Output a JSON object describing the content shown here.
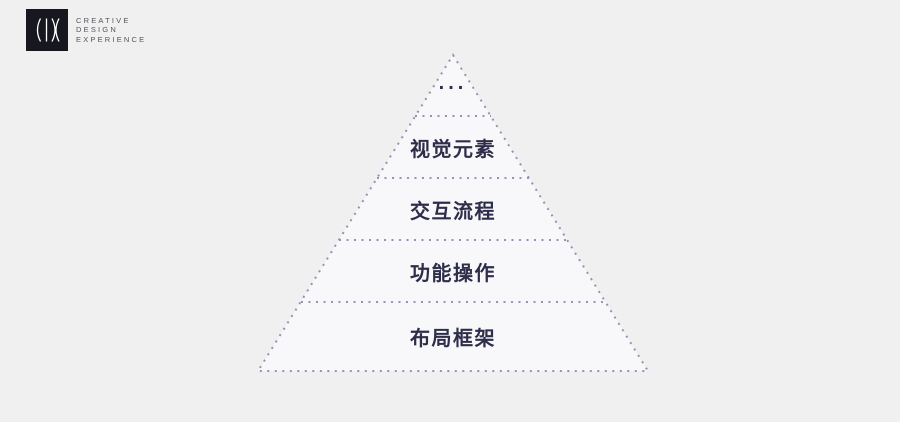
{
  "page": {
    "background_color": "#f0f0f1"
  },
  "logo": {
    "glyph": "(|)(",
    "wordmark_lines": [
      "CREATIVE",
      "DESIGN",
      "EXPERIENCE"
    ],
    "mark_background": "#17171f",
    "wordmark_color": "#55555a"
  },
  "pyramid": {
    "outline_color": "#9393b2",
    "fill_color": "#f8f8fa",
    "text_color": "#2e2e4a",
    "layers": [
      {
        "label": "..."
      },
      {
        "label": "视觉元素"
      },
      {
        "label": "交互流程"
      },
      {
        "label": "功能操作"
      },
      {
        "label": "布局框架"
      }
    ]
  }
}
